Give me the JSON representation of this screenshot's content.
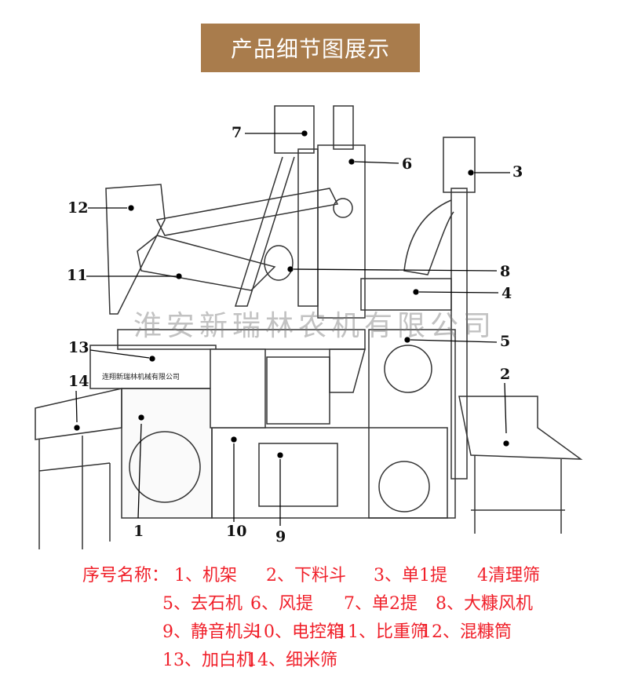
{
  "title": "产品细节图展示",
  "watermark": "淮安新瑞林农机有限公司",
  "plate_text": "连翔新瑞林机械有限公司",
  "labels": {
    "n1": "1",
    "n2": "2",
    "n3": "3",
    "n4": "4",
    "n5": "5",
    "n6": "6",
    "n7": "7",
    "n8": "8",
    "n9": "9",
    "n10": "10",
    "n11": "11",
    "n12": "12",
    "n13": "13",
    "n14": "14"
  },
  "legend": {
    "heading": "序号名称：",
    "items": [
      "1、机架",
      "2、下料斗",
      "3、单1提",
      "4清理筛",
      "5、去石机",
      "6、风提",
      "7、单2提",
      "8、大糠风机",
      "9、静音机头",
      "10、电控箱",
      "11、比重筛",
      "12、混糠筒",
      "13、加白机",
      "14、细米筛"
    ]
  },
  "colors": {
    "banner": "#a97c4c",
    "legend_text": "#f0202a"
  }
}
